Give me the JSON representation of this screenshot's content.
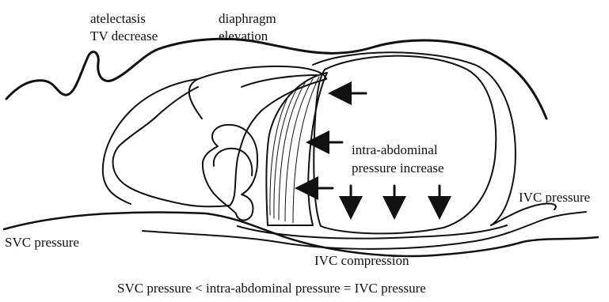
{
  "labels": {
    "atelectasis": "atelectasis",
    "tv_decrease": "TV decrease",
    "diaphragm": "diaphragm",
    "elevation": "elevation",
    "iap_line1": "intra-abdominal",
    "iap_line2": "pressure increase",
    "ivc_pressure": "IVC pressure",
    "svc_pressure": "SVC pressure",
    "ivc_compression": "IVC compression",
    "caption": "SVC pressure < intra-abdominal pressure = IVC pressure"
  },
  "colors": {
    "ink": "#111111",
    "background": "#ffffff"
  },
  "icons": [
    "arrow-left-icon",
    "arrow-down-icon"
  ]
}
